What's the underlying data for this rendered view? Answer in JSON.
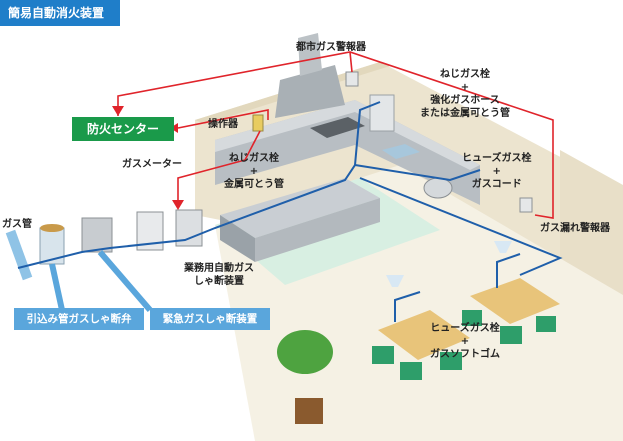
{
  "title": "簡易自動消火装置",
  "fire_center": "防火センター",
  "labels": {
    "city_gas_alarm": "都市ガス警報器",
    "screw_valve_top": [
      "ねじガス栓",
      "+",
      "強化ガスホース",
      "または金属可とう管"
    ],
    "operator": "操作器",
    "gas_meter": "ガスメーター",
    "screw_valve_mid": [
      "ねじガス栓",
      "+",
      "金属可とう管"
    ],
    "fuse_valve_cord": [
      "ヒューズガス栓",
      "+",
      "ガスコード"
    ],
    "gas_leak_alarm": "ガス漏れ警報器",
    "gas_pipe": "ガス管",
    "commercial_shutoff": [
      "業務用自動ガス",
      "しゃ断装置"
    ],
    "fuse_valve_rubber": [
      "ヒューズガス栓",
      "+",
      "ガスソフトゴム"
    ],
    "inlet_valve": "引込み管ガスしゃ断弁",
    "emergency_shutoff": "緊急ガスしゃ断装置"
  },
  "colors": {
    "badge_blue": "#1f7ec9",
    "center_green": "#1a9a4a",
    "callout_blue": "#5aa6dc",
    "signal_red": "#e0242b",
    "gas_line_blue": "#1f5faa",
    "floor": "#f5f1e4",
    "wall": "#ece4cf",
    "kitchen_floor": "#d8efe2"
  }
}
